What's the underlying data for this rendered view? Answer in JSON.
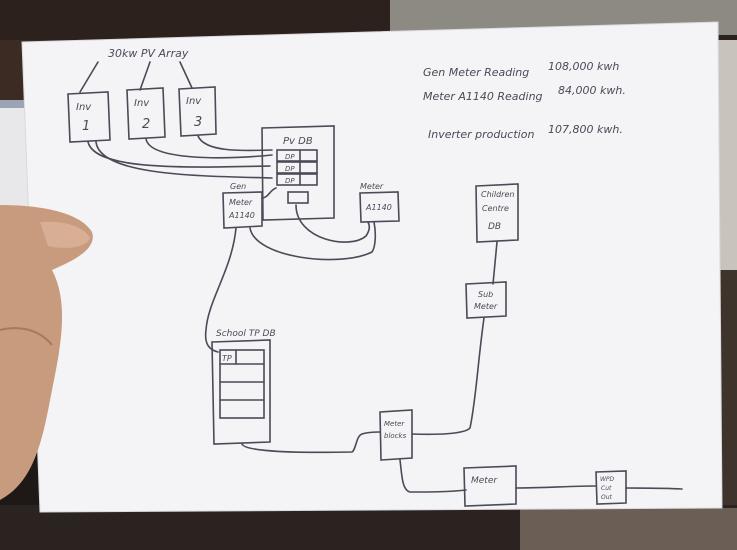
{
  "diagram": {
    "array_label": "30kw PV Array",
    "inverters": [
      {
        "label": "Inv",
        "number": "1"
      },
      {
        "label": "Inv",
        "number": "2"
      },
      {
        "label": "Inv",
        "number": "3"
      }
    ],
    "pv_db": {
      "title": "Pv DB",
      "breakers": [
        "DP",
        "DP",
        "DP"
      ]
    },
    "gen_meter": {
      "header": "Gen",
      "line1": "Meter",
      "line2": "A1140"
    },
    "meter_a1140": {
      "header": "Meter",
      "value": "A1140"
    },
    "children_centre_db": {
      "line1": "Children",
      "line2": "Centre",
      "line3": "DB"
    },
    "sub_meter": {
      "line1": "Sub",
      "line2": "Meter"
    },
    "school_tp_db": {
      "title": "School TP DB",
      "cell": "TP"
    },
    "meter_blocks": {
      "line1": "Meter",
      "line2": "blocks"
    },
    "main_meter": {
      "label": "Meter"
    },
    "cutout": {
      "line1": "WPD",
      "line2": "Cut",
      "line3": "Out"
    }
  },
  "notes": [
    {
      "label": "Gen Meter Reading",
      "value": "108,000 kwh"
    },
    {
      "label": "Meter A1140 Reading",
      "value": "84,000 kwh."
    },
    {
      "label": "Inverter production",
      "value": "107,800 kwh."
    }
  ]
}
